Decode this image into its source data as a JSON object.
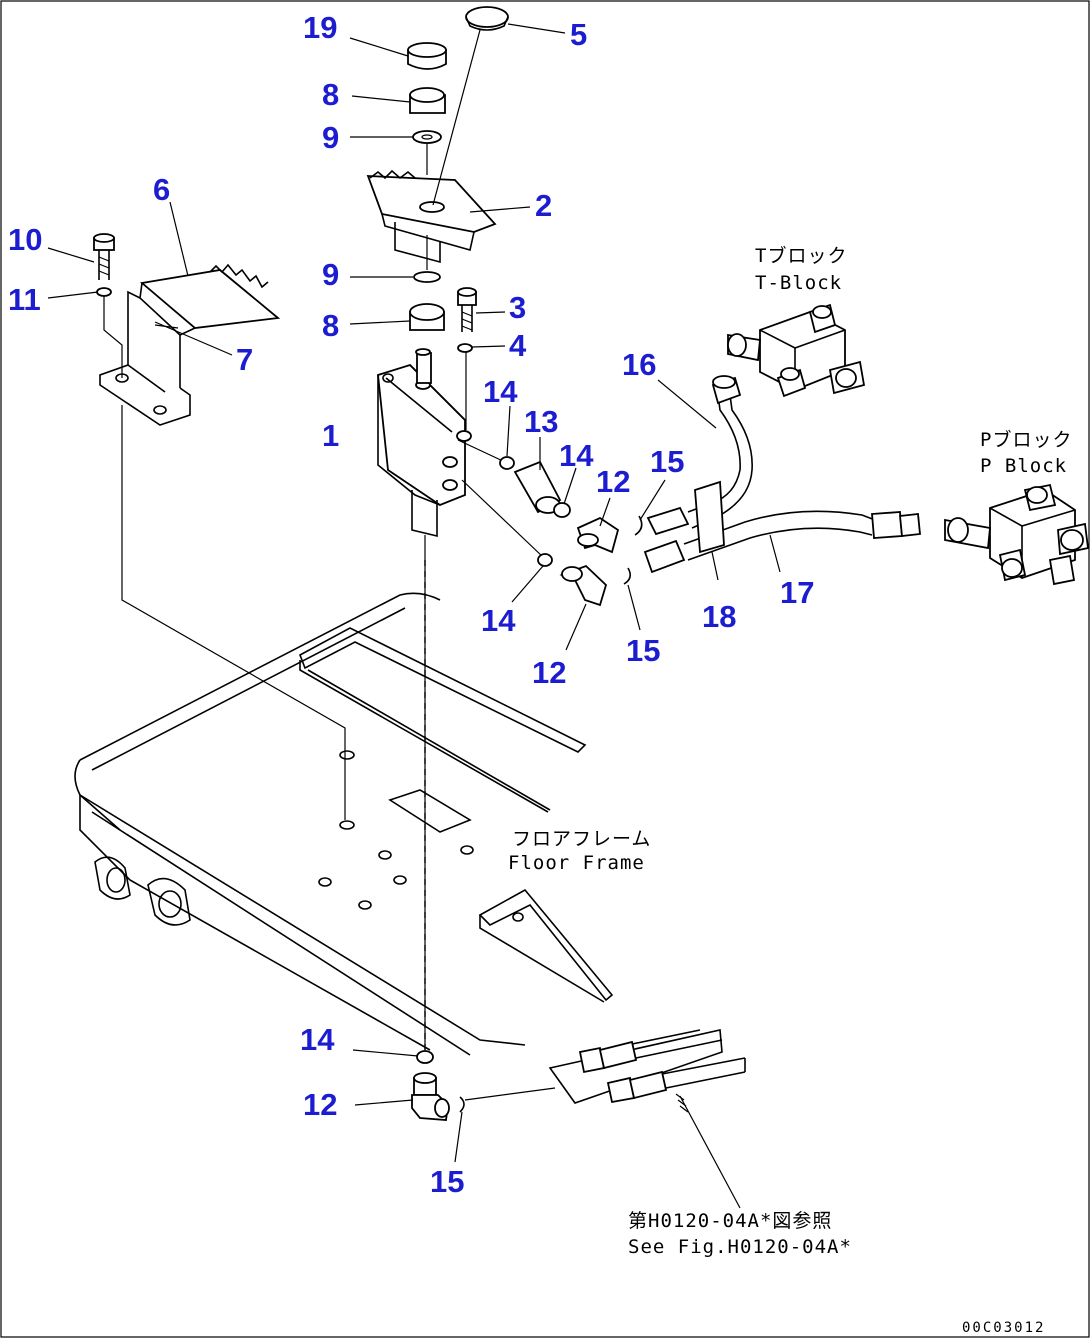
{
  "callouts": {
    "n1": "1",
    "n2": "2",
    "n3": "3",
    "n4": "4",
    "n5": "5",
    "n6": "6",
    "n7": "7",
    "n8a": "8",
    "n8b": "8",
    "n9a": "9",
    "n9b": "9",
    "n10": "10",
    "n11": "11",
    "n12a": "12",
    "n12b": "12",
    "n12c": "12",
    "n13": "13",
    "n14a": "14",
    "n14b": "14",
    "n14c": "14",
    "n14d": "14",
    "n15a": "15",
    "n15b": "15",
    "n15c": "15",
    "n16": "16",
    "n17": "17",
    "n18": "18",
    "n19": "19"
  },
  "notes": {
    "t_block_jp": "Tブロック",
    "t_block_en": "T-Block",
    "p_block_jp": "Pブロック",
    "p_block_en": "P Block",
    "floor_frame_jp": "フロアフレーム",
    "floor_frame_en": "Floor Frame",
    "see_fig_jp": "第H0120-04A*図参照",
    "see_fig_en": "See Fig.H0120-04A*"
  },
  "figure_code": "00C03012",
  "colors": {
    "callout": "#1c1cd0",
    "line": "#000000",
    "background": "#ffffff"
  }
}
